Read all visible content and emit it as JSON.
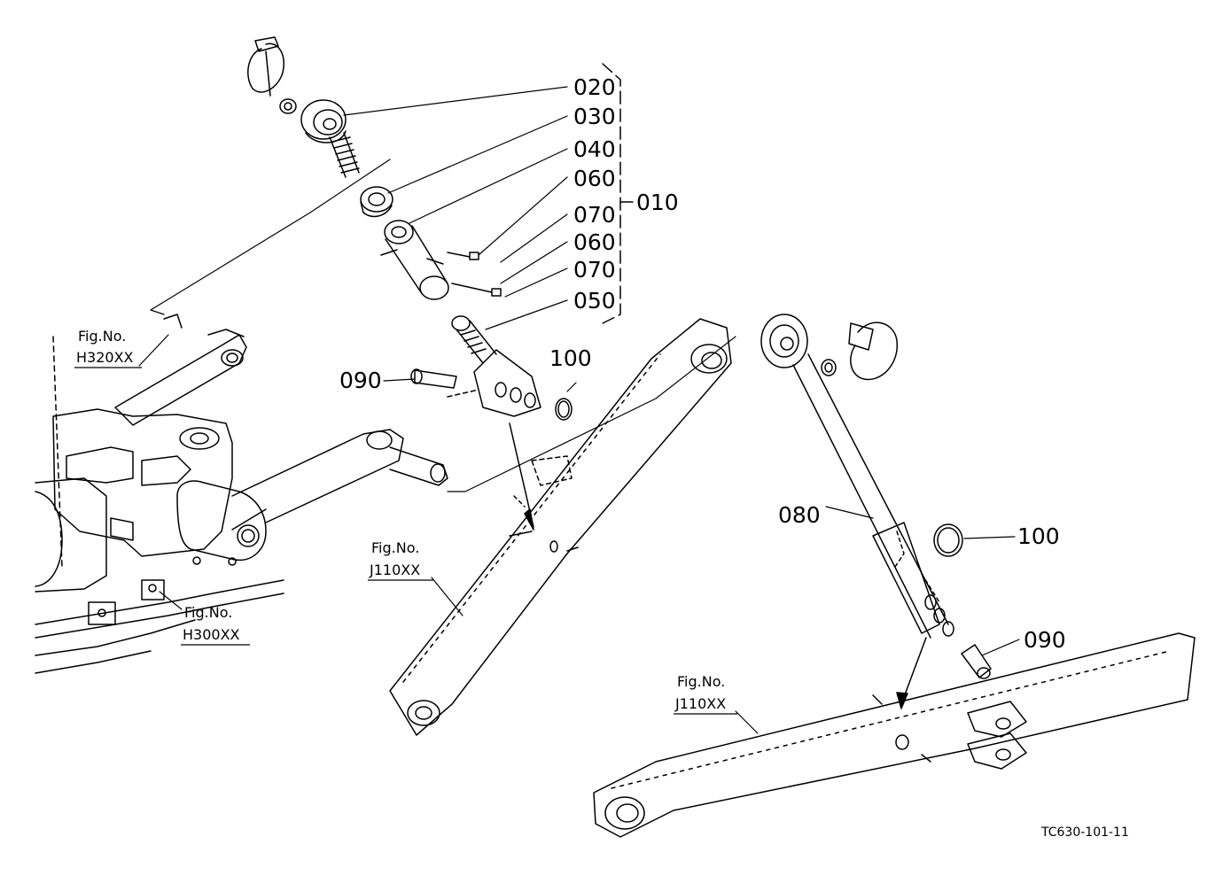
{
  "callouts": {
    "p020": "020",
    "p030": "030",
    "p040": "040",
    "p060a": "060",
    "p070a": "070",
    "p060b": "060",
    "p070b": "070",
    "p050": "050",
    "p010": "010",
    "p090a": "090",
    "p100a": "100",
    "p080": "080",
    "p100b": "100",
    "p090b": "090"
  },
  "figure_refs": {
    "h320": {
      "line1": "Fig.No.",
      "line2": "H320XX"
    },
    "h300": {
      "line1": "Fig.No.",
      "line2": "H300XX"
    },
    "j110a": {
      "line1": "Fig.No.",
      "line2": "J110XX"
    },
    "j110b": {
      "line1": "Fig.No.",
      "line2": "J110XX"
    }
  },
  "drawing_code": "TC630-101-11",
  "colors": {
    "ink": "#000000",
    "paper": "#ffffff"
  }
}
